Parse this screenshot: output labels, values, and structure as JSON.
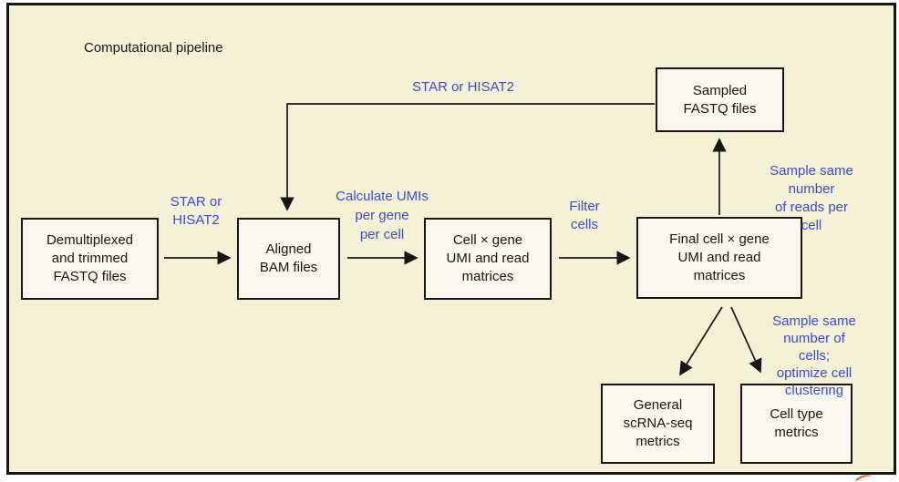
{
  "title": "Computational pipeline",
  "colors": {
    "background": "#f5f1d6",
    "node_fill": "#faf8ec",
    "node_border": "#161616",
    "accent_blue": "#3a4cd1",
    "arrow_black": "#161616",
    "swoosh_orange": "#e8602c"
  },
  "nodes": {
    "demux": {
      "label": "Demultiplexed\nand trimmed\nFASTQ files"
    },
    "aligned": {
      "label": "Aligned\nBAM files"
    },
    "cell_gene": {
      "label": "Cell × gene\nUMI and read\nmatrices"
    },
    "final": {
      "label": "Final cell × gene\nUMI and read\nmatrices"
    },
    "sampled": {
      "label": "Sampled\nFASTQ files"
    },
    "general": {
      "label": "General\nscRNA-seq\nmetrics"
    },
    "cell_type": {
      "label": "Cell type\nmetrics"
    }
  },
  "edge_labels": {
    "star_hisat_first": "STAR or\nHISAT2",
    "star_hisat_loop": "STAR or HISAT2",
    "calc_umis": "Calculate UMIs\nper gene\nper cell",
    "filter_cells": "Filter\ncells",
    "sample_reads": "Sample same number\nof reads per cell",
    "sample_cells": "Sample same\nnumber of cells;\noptimize cell\nclustering"
  }
}
